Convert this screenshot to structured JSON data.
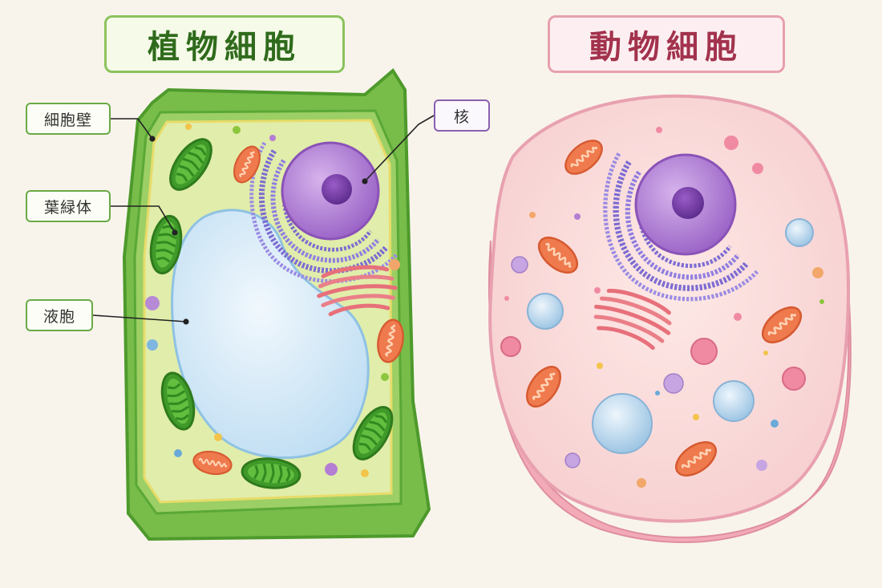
{
  "plant_cell": {
    "title": "植物細胞",
    "labels": {
      "cell_wall": "細胞壁",
      "chloroplast": "葉緑体",
      "vacuole": "液胞",
      "nucleus": "核"
    }
  },
  "animal_cell": {
    "title": "動物細胞"
  },
  "colors": {
    "plant_accent": "#5fa83a",
    "plant_title_text": "#2f6b1c",
    "animal_accent": "#e7a0ae",
    "animal_title_text": "#a2324d",
    "nucleus_label": "#8a5fb0",
    "label_border": "#6aaa45",
    "background": "#f8f4ec"
  }
}
